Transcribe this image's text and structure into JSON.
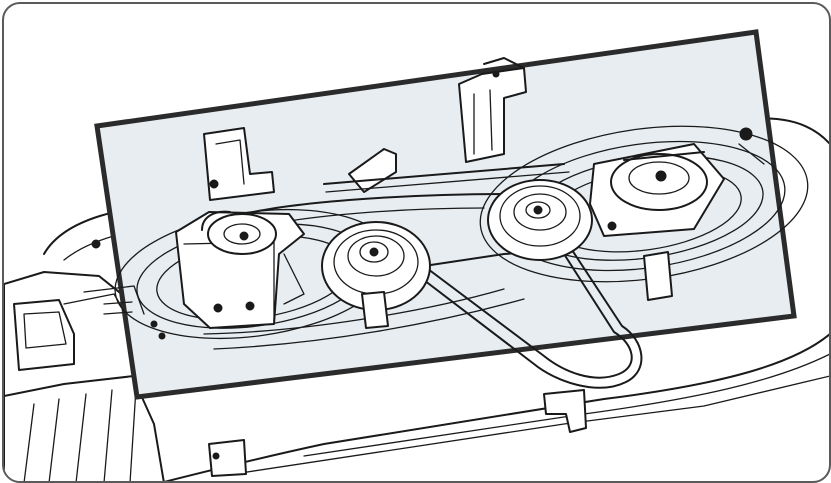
{
  "figure": {
    "highlight_fill": "#e7edf1",
    "highlight_stroke": "#2b2b2b",
    "line_color": "#1a1a1a",
    "background": "#ffffff",
    "frame_color": "#5a5a5a",
    "icons": [
      "mower-deck",
      "pulley",
      "idler-pulley",
      "drive-belt",
      "spindle-housing",
      "belt-guard",
      "bracket",
      "discharge-chute"
    ]
  }
}
